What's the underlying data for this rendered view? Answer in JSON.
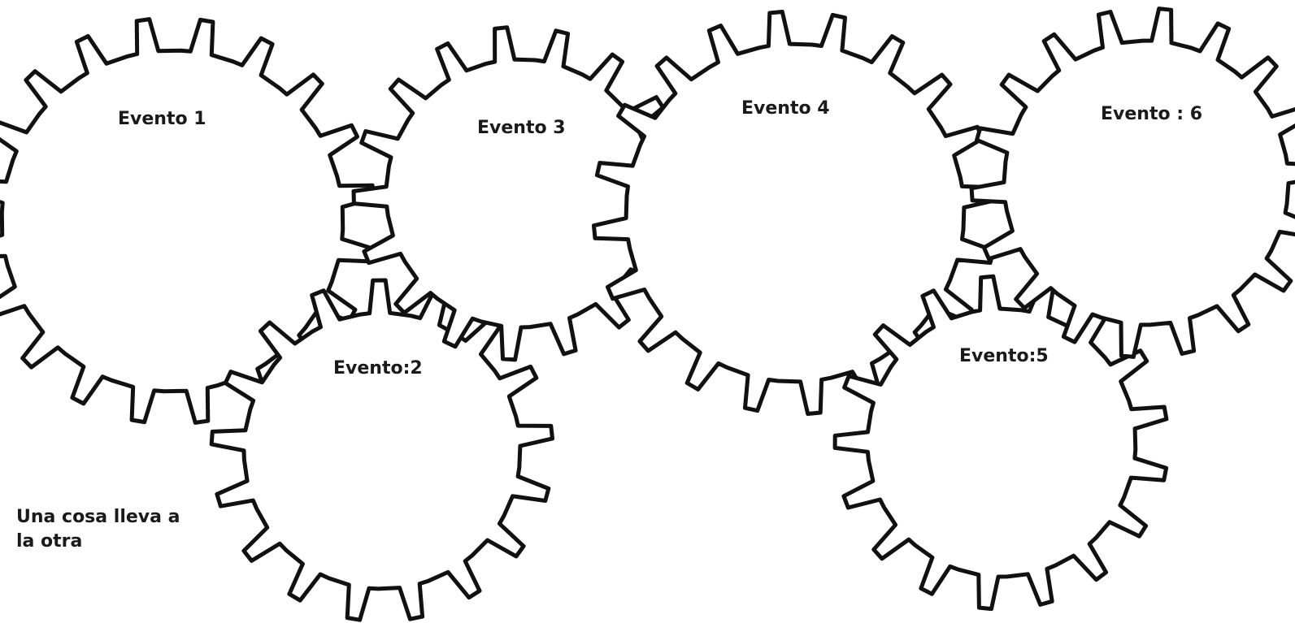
{
  "gears": [
    {
      "label": "Evento 1"
    },
    {
      "label": "Evento:2"
    },
    {
      "label": "Evento 3"
    },
    {
      "label": "Evento 4"
    },
    {
      "label": "Evento:5"
    },
    {
      "label": "Evento : 6"
    }
  ],
  "caption": {
    "line1": "Una cosa lleva a",
    "line2": "la otra"
  },
  "colors": {
    "outline": "#111111",
    "background": "#ffffff",
    "text": "#1a1a1a"
  }
}
